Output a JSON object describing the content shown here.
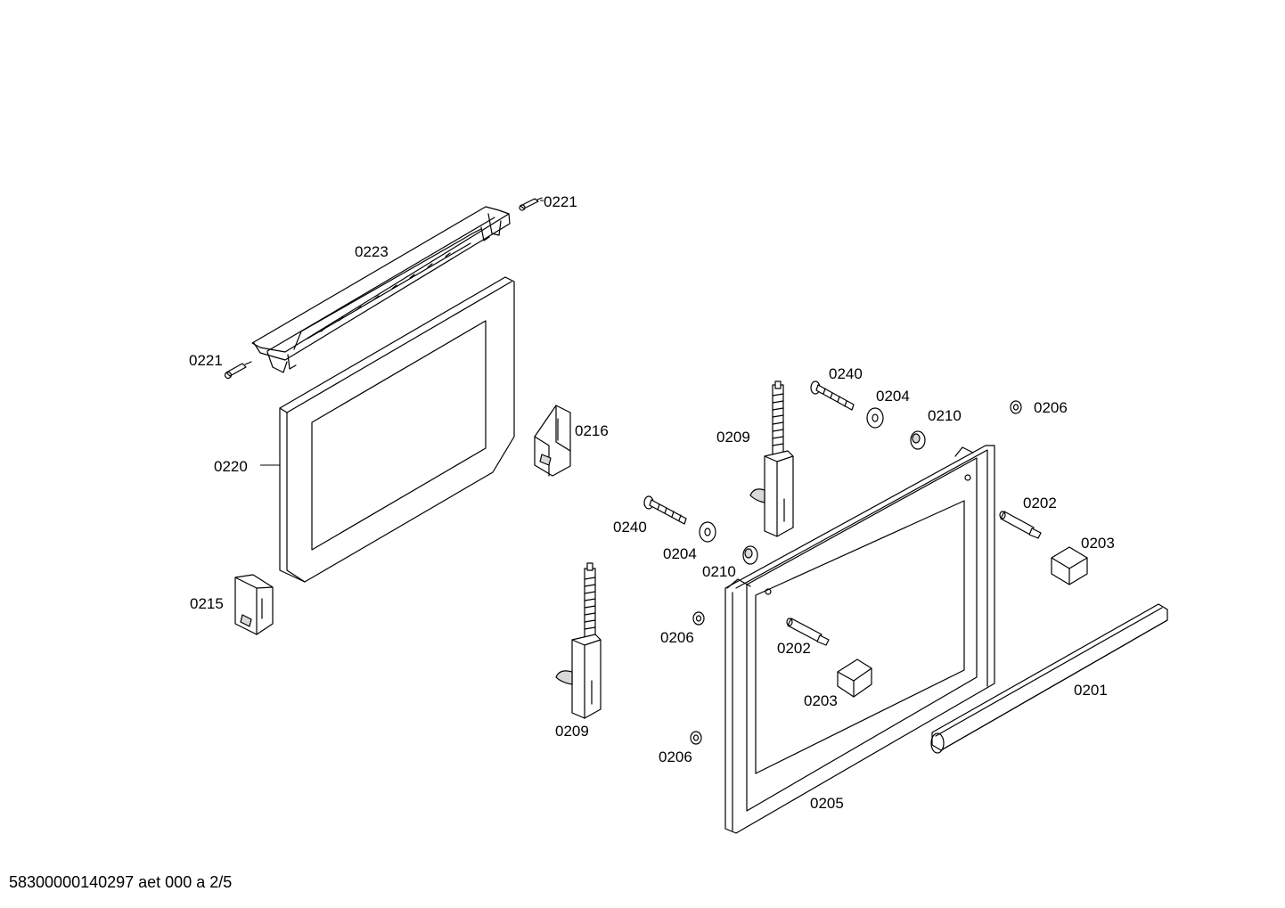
{
  "labels": {
    "l0221_top": "0221",
    "l0223": "0223",
    "l0221_left": "0221",
    "l0220": "0220",
    "l0216": "0216",
    "l0215": "0215",
    "l0240_top": "0240",
    "l0204_top": "0204",
    "l0210_top": "0210",
    "l0206_top": "0206",
    "l0209_top": "0209",
    "l0202_right": "0202",
    "l0203_right": "0203",
    "l0240_mid": "0240",
    "l0204_mid": "0204",
    "l0210_mid": "0210",
    "l0206_mid": "0206",
    "l0202_inner": "0202",
    "l0203_inner": "0203",
    "l0201": "0201",
    "l0209_bottom": "0209",
    "l0206_bottom": "0206",
    "l0205": "0205"
  },
  "footer": {
    "document_id": "58300000140297 aet 000 a 2/5"
  }
}
